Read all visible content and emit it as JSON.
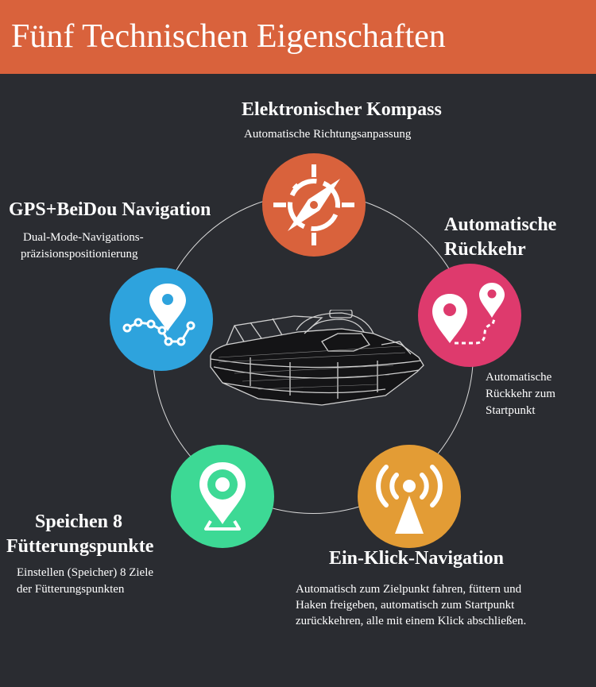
{
  "header": {
    "title": "Fünf Technischen Eigenschaften",
    "color": "#d9623c"
  },
  "features": {
    "kompass": {
      "title": "Elektronischer Kompass",
      "description": "Automatische Richtungsanpassung",
      "icon": "compass-icon",
      "color": "#d9623c"
    },
    "gps": {
      "title": "GPS+BeiDou Navigation",
      "description_line1": "Dual-Mode-Navigations-",
      "description_line2": "präzisionspositionierung",
      "icon": "map-route-pin-icon",
      "color": "#2ea3dd"
    },
    "rueckkehr": {
      "title_line1": "Automatische",
      "title_line2": "Rückkehr",
      "description_line1": "Automatische",
      "description_line2": "Rückkehr zum",
      "description_line3": "Startpunkt",
      "icon": "return-route-pins-icon",
      "color": "#de3a6d"
    },
    "speichen": {
      "title_line1": "Speichen 8",
      "title_line2": "Fütterungspunkte",
      "description_line1": "Einstellen (Speicher) 8 Ziele",
      "description_line2": "der Fütterungspunkten",
      "icon": "location-pin-icon",
      "color": "#3dd995"
    },
    "einklick": {
      "title": "Ein-Klick-Navigation",
      "description_line1": "Automatisch zum Zielpunkt fahren, füttern und",
      "description_line2": "Haken freigeben, automatisch zum Startpunkt",
      "description_line3": "zurückkehren, alle mit einem Klick abschließen.",
      "icon": "signal-tower-icon",
      "color": "#e39c35"
    }
  }
}
